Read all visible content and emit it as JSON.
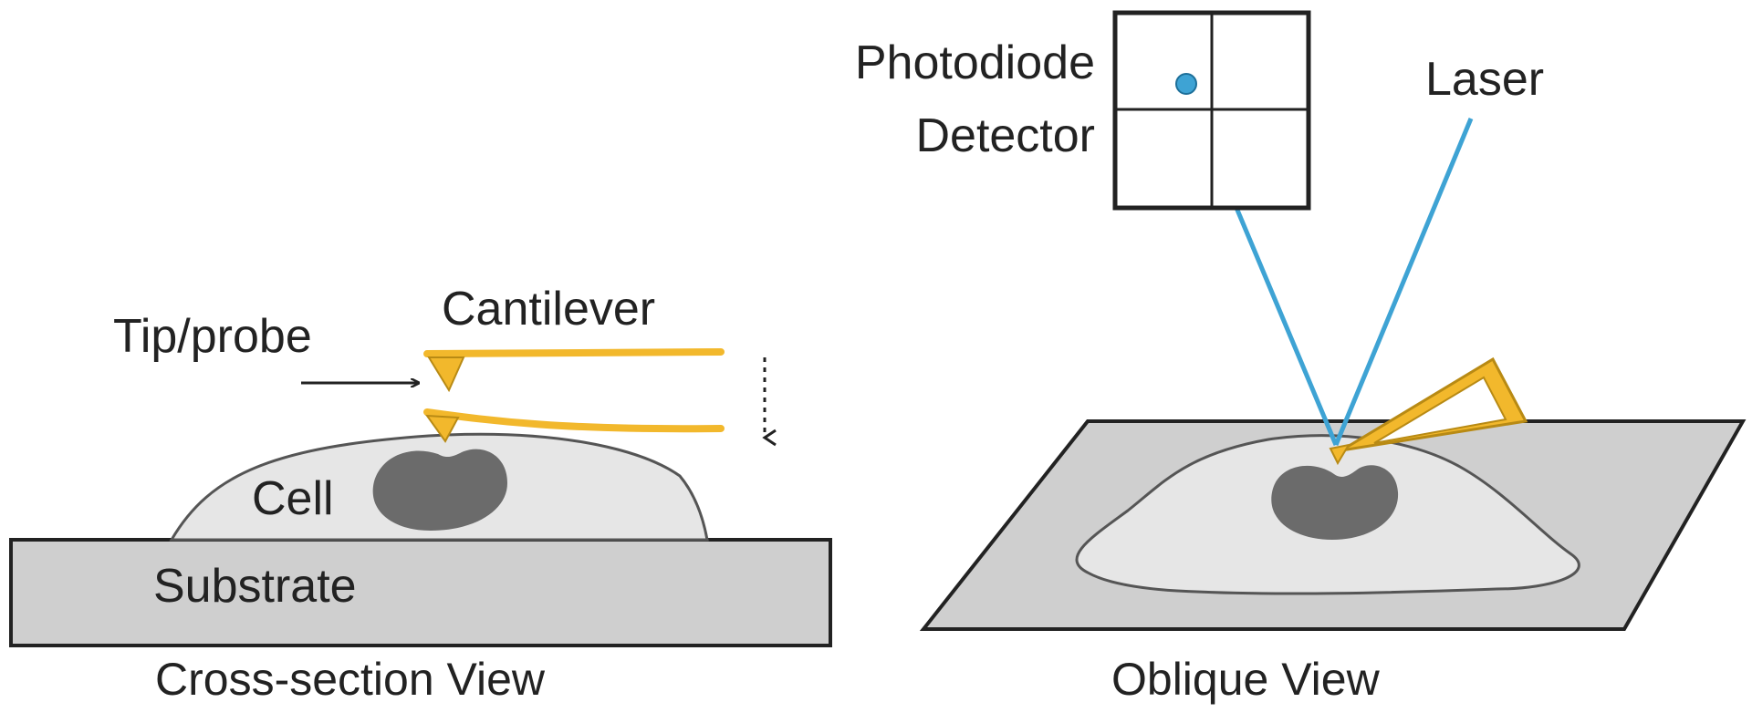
{
  "cross_section": {
    "labels": {
      "tip": "Tip/probe",
      "cantilever": "Cantilever",
      "cell": "Cell",
      "substrate": "Substrate",
      "caption": "Cross-section View"
    }
  },
  "oblique": {
    "labels": {
      "detector_line1": "Photodiode",
      "detector_line2": "Detector",
      "laser": "Laser",
      "caption": "Oblique View"
    }
  },
  "colors": {
    "cantilever": "#f2b82c",
    "cantilever_outline": "#b88a14",
    "laser": "#3ea3d4",
    "cell_body": "#e6e6e6",
    "nucleus": "#6b6b6b",
    "substrate": "#cfcfcf",
    "outline": "#555555",
    "arrow": "#222222"
  }
}
